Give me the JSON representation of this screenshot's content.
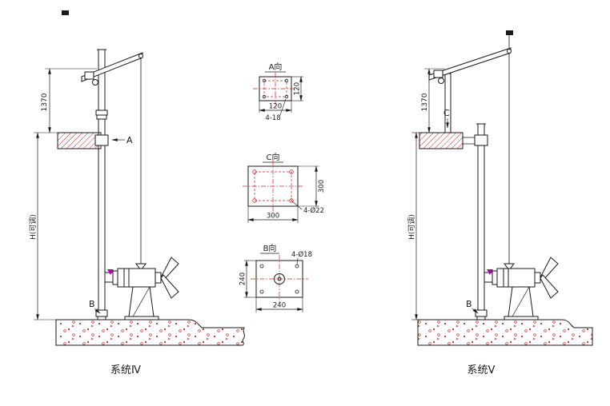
{
  "colors": {
    "line": "#1a1a1a",
    "red": "#cc2222",
    "magenta": "#b400b4"
  },
  "captions": {
    "left": "系统Ⅳ",
    "right": "系统Ⅴ"
  },
  "left": {
    "dim_top": "1370",
    "dim_h": "H(可调)",
    "label_a": "A",
    "label_b": "B"
  },
  "right": {
    "dim_top": "1370",
    "dim_h": "H(可调)",
    "label_c": "C",
    "label_b": "B"
  },
  "views": {
    "a": {
      "title": "A向",
      "width": "120",
      "height": "120",
      "holes": "4-18"
    },
    "c": {
      "title": "C向",
      "width": "300",
      "height": "300",
      "holes": "4-Ø22"
    },
    "b": {
      "title": "B向",
      "width": "240",
      "height": "240",
      "holes": "4-Ø18"
    }
  }
}
